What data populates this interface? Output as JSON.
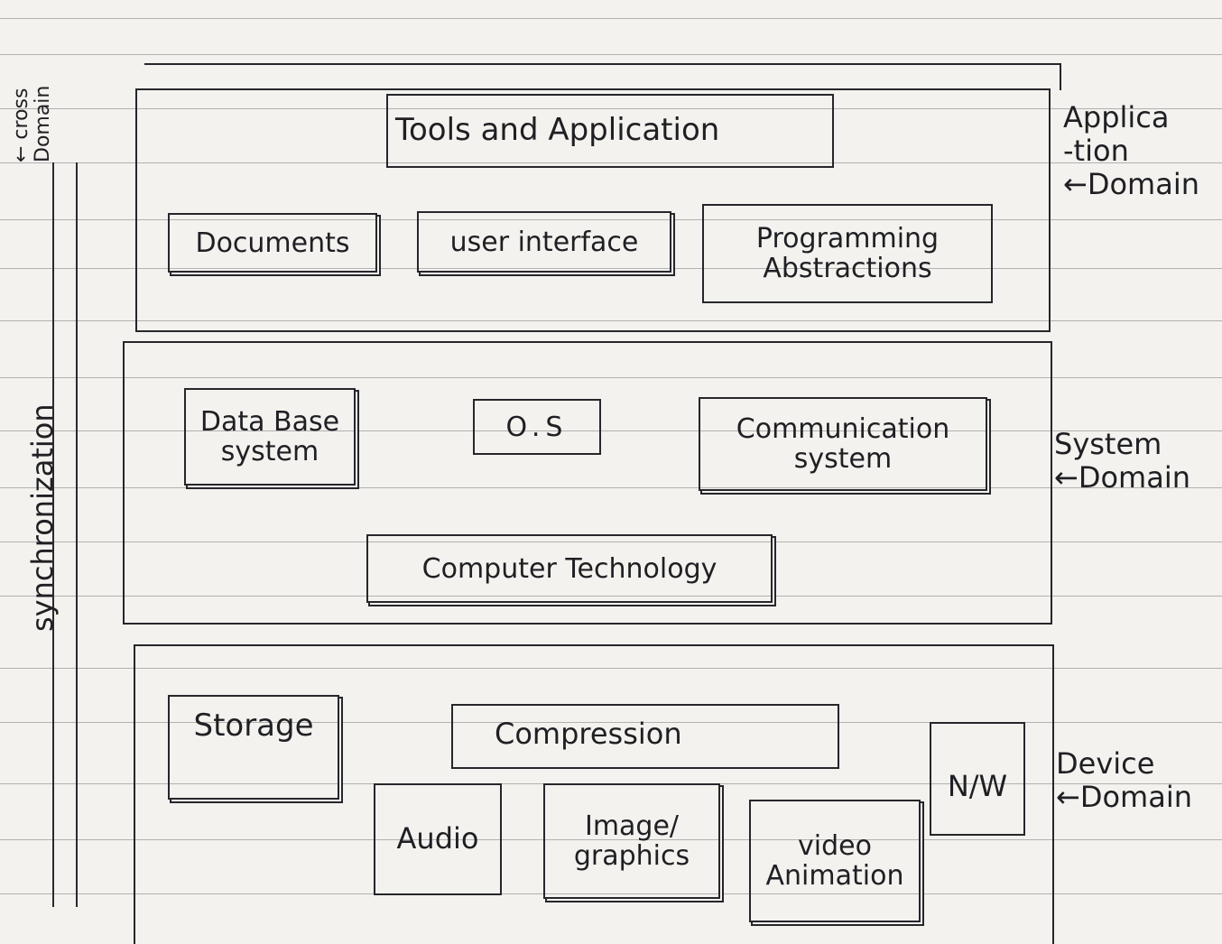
{
  "side_labels": {
    "cross_domain": "← cross\nDomain",
    "synchronization": "synchronization"
  },
  "application_domain": {
    "label": "Applica\n-tion\n←Domain",
    "boxes": {
      "tools": "Tools  and  Application",
      "documents": "Documents",
      "user_interface": "user interface",
      "programming": "Programming\nAbstractions"
    }
  },
  "system_domain": {
    "label": "System\n←Domain",
    "boxes": {
      "database": "Data Base\nsystem",
      "os": "O.S",
      "communication": "Communication\nsystem",
      "computer_technology": "Computer Technology"
    }
  },
  "device_domain": {
    "label": "Device\n←Domain",
    "boxes": {
      "storage": "Storage",
      "compression": "Compression",
      "audio": "Audio",
      "image": "Image/\ngraphics",
      "video": "video\nAnimation",
      "nw": "N/W"
    }
  }
}
